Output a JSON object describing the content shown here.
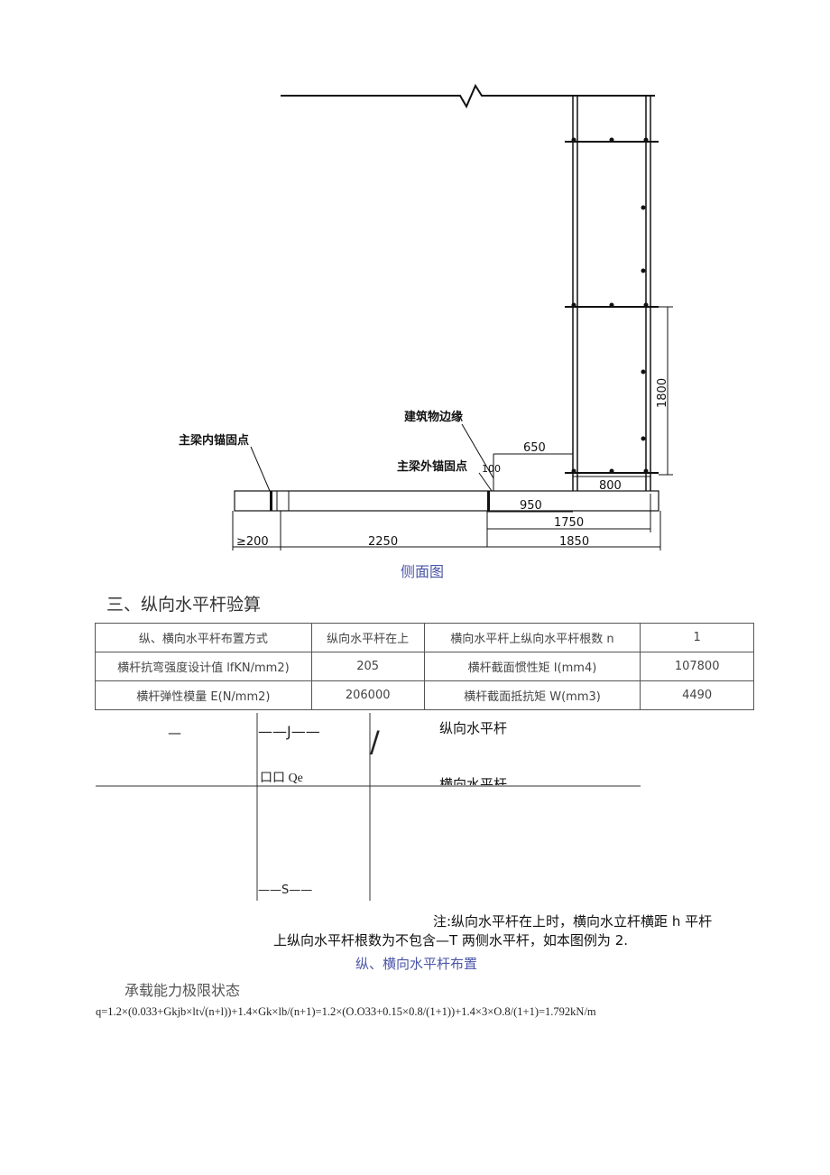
{
  "side_view": {
    "labels": {
      "inner_anchor": "主梁内锚固点",
      "building_edge": "建筑物边缘",
      "outer_anchor": "主梁外锚固点",
      "dim_100": "100",
      "dim_650": "650",
      "dim_800": "800",
      "dim_950": "950",
      "dim_1750": "1750",
      "dim_1800": "1800",
      "dim_ge200": "≥200",
      "dim_2250": "2250",
      "dim_1850": "1850"
    },
    "caption": "侧面图"
  },
  "section_title": "三、纵向水平杆验算",
  "params_table": {
    "rows": [
      [
        "纵、横向水平杆布置方式",
        "纵向水平杆在上",
        "横向水平杆上纵向水平杆根数 n",
        "1"
      ],
      [
        "横杆抗弯强度设计值 lfKN/mm2)",
        "205",
        "横杆截面惯性矩 I(mm4)",
        "107800"
      ],
      [
        "横杆弹性模量 E(N/mm2)",
        "206000",
        "横杆截面抵抗矩 W(mm3)",
        "4490"
      ]
    ]
  },
  "layout_figure": {
    "dash_left": "—",
    "j_mark": "——J——",
    "slash": "/",
    "label_longitudinal": "纵向水平杆",
    "box_qe": "口口 Qe",
    "label_transverse": "横向水平杆",
    "s_mark": "——S——"
  },
  "note": {
    "line1": "注:纵向水平杆在上时，横向水立杆横距 h 平杆",
    "line2": "上纵向水平杆根数为不包含—T 两侧水平杆，如本图例为 2."
  },
  "layout_caption": "纵、横向水平杆布置",
  "limit_state_heading": "承载能力极限状态",
  "formula": "q=1.2×(0.033+Gkjb×lt√(n+l))+1.4×Gk×lb/(n+1)=1.2×(O.O33+0.15×0.8/(1+1))+1.4×3×O.8/(1+1)=1.792kN/m"
}
